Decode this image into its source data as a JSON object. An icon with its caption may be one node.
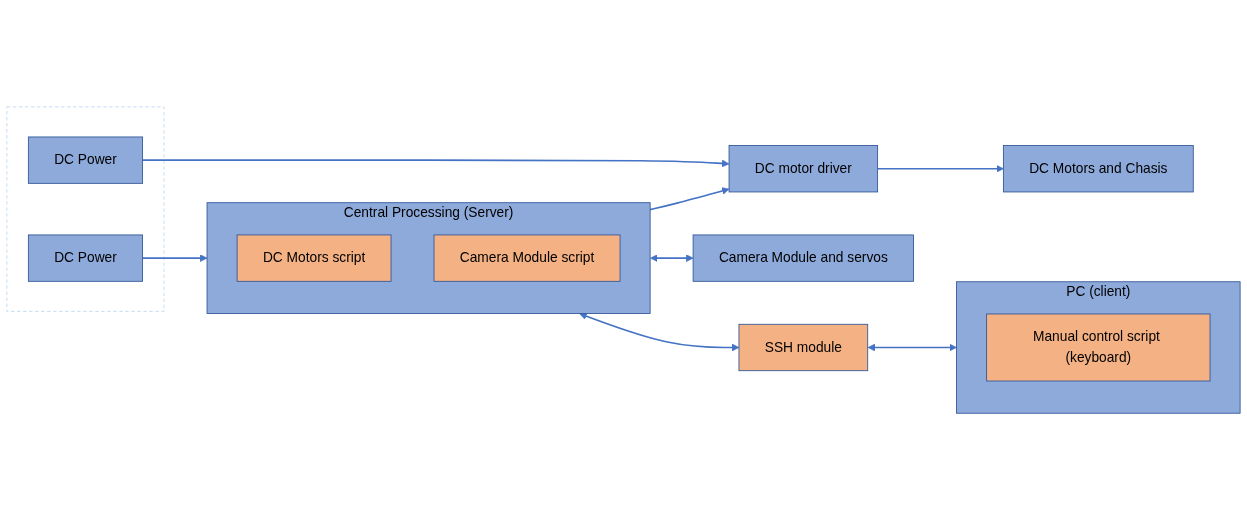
{
  "diagram": {
    "nodes": [
      {
        "text": [],
        "shape": "box"
      },
      {
        "text": [
          "DC Power"
        ],
        "in": 0
      },
      {
        "text": [
          "DC Power"
        ],
        "in": 0
      },
      {
        "text": [
          "DC Motors and Chasis"
        ]
      },
      {
        "text": [
          "DC motor driver"
        ]
      },
      {
        "text": [
          "Central Processing (Server)"
        ]
      },
      {
        "text": [
          "DC Motors script"
        ],
        "in": 5
      },
      {
        "text": [
          "Camera Module script"
        ],
        "in": 5
      },
      {
        "text": [
          "Camera Module and servos"
        ]
      },
      {
        "text": [
          "SSH module"
        ]
      },
      {
        "text": [
          "PC (client)"
        ]
      },
      {
        "text": [
          "Manual control script (keyboard)"
        ],
        "in": 10
      }
    ],
    "edges": [
      {
        "from": 1,
        "to": 5,
        "arrow": "to"
      },
      {
        "from": 2,
        "to": 4,
        "arrow": "to"
      },
      {
        "from": 5,
        "to": 4,
        "arrow": "to"
      },
      {
        "from": 4,
        "to": 3,
        "arrow": "to"
      },
      {
        "from": 5,
        "to": 8,
        "arrow": "both"
      },
      {
        "from": 5,
        "to": 9,
        "arrow": "both"
      },
      {
        "from": 9,
        "to": 10,
        "arrow": "both"
      }
    ]
  }
}
